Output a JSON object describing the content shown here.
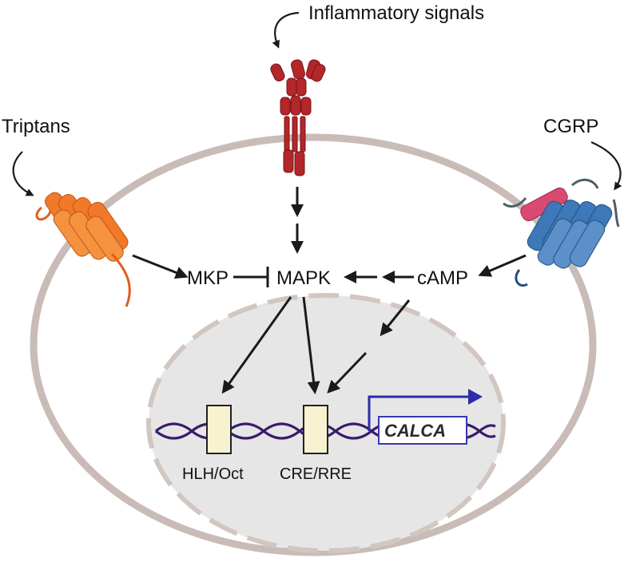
{
  "labels": {
    "inflammatory_signals": "Inflammatory signals",
    "triptans": "Triptans",
    "cgrp": "CGRP",
    "mkp": "MKP",
    "mapk": "MAPK",
    "camp": "cAMP",
    "hlh_oct": "HLH/Oct",
    "cre_rre": "CRE/RRE",
    "calca": "CALCA"
  },
  "colors": {
    "cell_membrane": "#c9bcb6",
    "nucleus_fill": "#e6e6e6",
    "nuclear_envelope": "#d2c6c0",
    "receptor_triptan": "#f07a2a",
    "receptor_inflammatory": "#b3262a",
    "receptor_cgrp": "#3d78b8",
    "ramp_pink": "#d94a72",
    "dna_strand": "#3a1b6b",
    "element_box": "#f7f2cf",
    "gene_box_border": "#3a36a8",
    "promoter_arrow": "#2f2ca8"
  },
  "icons": {
    "triptan_receptor": "gpcr-7tm-icon",
    "inflammatory_receptor": "cytokine-receptor-icon",
    "cgrp_receptor": "gpcr-with-ramp-icon"
  }
}
